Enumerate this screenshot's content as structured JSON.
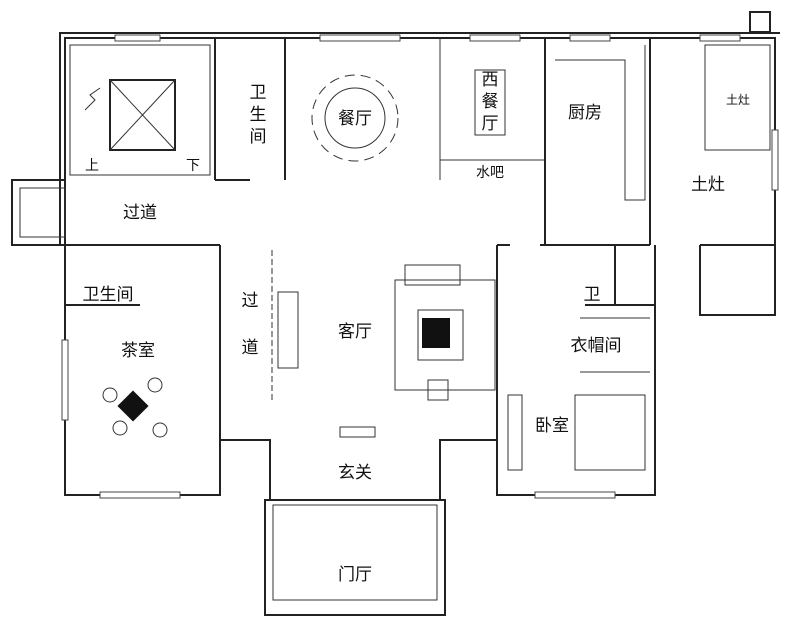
{
  "rooms": {
    "dining": "餐厅",
    "western_dining": [
      "西",
      "餐",
      "厅"
    ],
    "bath_top": [
      "卫",
      "生",
      "间"
    ],
    "kitchen": "厨房",
    "stove_room": "土灶",
    "stove_small": "土灶",
    "stairs_up": "上",
    "stairs_down": "下",
    "corridor_left": "过道",
    "water_bar": "水吧",
    "bath_left": "卫生间",
    "corridor_vertical": [
      "过",
      "道"
    ],
    "living": "客厅",
    "bath_right": "卫",
    "closet": "衣帽间",
    "tea_room": "茶室",
    "bedroom": "卧室",
    "foyer": "玄关",
    "entrance_hall": "门厅"
  }
}
